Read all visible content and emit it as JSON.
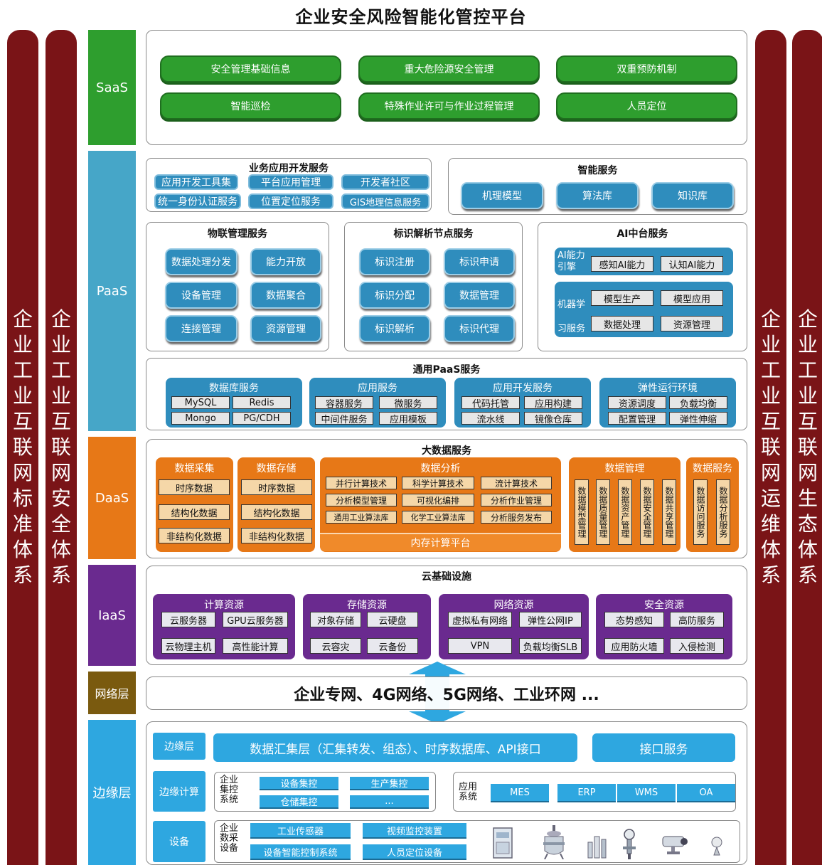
{
  "title": "企业安全风险智能化管控平台",
  "side_bars": [
    "企业工业互联网标准体系",
    "企业工业互联网安全体系",
    "企业工业互联网运维体系",
    "企业工业互联网生态体系"
  ],
  "layers": {
    "saas": "SaaS",
    "paas": "PaaS",
    "daas": "DaaS",
    "iaas": "IaaS",
    "network": "网络层",
    "edge": "边缘层"
  },
  "colors": {
    "saas": "#2e9e2e",
    "paas": "#46a6c8",
    "daas": "#e77817",
    "iaas": "#6a2a8f",
    "network": "#7a5a0f",
    "edge": "#2ea7e0",
    "side": "#7a1417"
  },
  "saas": {
    "items": [
      "安全管理基础信息",
      "重大危险源安全管理",
      "双重预防机制",
      "智能巡检",
      "特殊作业许可与作业过程管理",
      "人员定位"
    ]
  },
  "paas": {
    "biz_dev": {
      "title": "业务应用开发服务",
      "items": [
        "应用开发工具集",
        "平台应用管理",
        "开发者社区",
        "统一身份认证服务",
        "位置定位服务",
        "GIS地理信息服务"
      ]
    },
    "smart": {
      "title": "智能服务",
      "items": [
        "机理模型",
        "算法库",
        "知识库"
      ]
    },
    "iot": {
      "title": "物联管理服务",
      "items": [
        "数据处理分发",
        "能力开放",
        "设备管理",
        "数据聚合",
        "连接管理",
        "资源管理"
      ]
    },
    "ident": {
      "title": "标识解析节点服务",
      "items": [
        "标识注册",
        "标识申请",
        "标识分配",
        "数据管理",
        "标识解析",
        "标识代理"
      ]
    },
    "ai": {
      "title": "AI中台服务",
      "cap_label": "AI能力引擎",
      "cap_items": [
        "感知AI能力",
        "认知AI能力"
      ],
      "ml_label": "机器学习服务",
      "ml_items": [
        "模型生产",
        "模型应用",
        "数据处理",
        "资源管理"
      ]
    },
    "general": {
      "title": "通用PaaS服务",
      "groups": [
        {
          "name": "数据库服务",
          "items": [
            "MySQL",
            "Redis",
            "Mongo",
            "PG/CDH"
          ]
        },
        {
          "name": "应用服务",
          "items": [
            "容器服务",
            "微服务",
            "中间件服务",
            "应用模板"
          ]
        },
        {
          "name": "应用开发服务",
          "items": [
            "代码托管",
            "应用构建",
            "流水线",
            "镜像仓库"
          ]
        },
        {
          "name": "弹性运行环境",
          "items": [
            "资源调度",
            "负载均衡",
            "配置管理",
            "弹性伸缩"
          ]
        }
      ]
    }
  },
  "daas": {
    "title": "大数据服务",
    "collect": {
      "name": "数据采集",
      "items": [
        "时序数据",
        "结构化数据",
        "非结构化数据"
      ]
    },
    "store": {
      "name": "数据存储",
      "items": [
        "时序数据",
        "结构化数据",
        "非结构化数据"
      ]
    },
    "analysis": {
      "name": "数据分析",
      "items": [
        "并行计算技术",
        "科学计算技术",
        "流计算技术",
        "分析模型管理",
        "可视化编排",
        "分析作业管理",
        "通用工业算法库",
        "化学工业算法库",
        "分析服务发布"
      ],
      "bottom": "内存计算平台"
    },
    "manage": {
      "name": "数据管理",
      "items": [
        "数据模型管理",
        "数据质量管理",
        "数据资产管理",
        "数据安全管理",
        "数据共享管理"
      ]
    },
    "service": {
      "name": "数据服务",
      "items": [
        "数据访问服务",
        "数据分析服务"
      ]
    }
  },
  "iaas": {
    "title": "云基础设施",
    "groups": [
      {
        "name": "计算资源",
        "items": [
          "云服务器",
          "GPU云服务器",
          "云物理主机",
          "高性能计算"
        ]
      },
      {
        "name": "存储资源",
        "items": [
          "对象存储",
          "云硬盘",
          "云容灾",
          "云备份"
        ]
      },
      {
        "name": "网络资源",
        "items": [
          "虚拟私有网络",
          "弹性公网IP",
          "VPN",
          "负载均衡SLB"
        ]
      },
      {
        "name": "安全资源",
        "items": [
          "态势感知",
          "高防服务",
          "应用防火墙",
          "入侵检测"
        ]
      }
    ]
  },
  "network": {
    "text": "企业专网、4G网络、5G网络、工业环网 ..."
  },
  "edge": {
    "edge_layer": {
      "label": "边缘层",
      "main": "数据汇集层（汇集转发、组态）、时序数据库、API接口",
      "api": "接口服务"
    },
    "edge_compute": {
      "label": "边缘计算",
      "group": "企业集控系统",
      "items": [
        "设备集控",
        "生产集控",
        "仓储集控",
        "..."
      ],
      "app_label": "应用系统",
      "apps": [
        "MES",
        "ERP",
        "WMS",
        "OA"
      ]
    },
    "device": {
      "label": "设备",
      "group": "企业数采设备",
      "items": [
        "工业传感器",
        "视频监控装置",
        "设备智能控制系统",
        "人员定位设备"
      ],
      "icons": [
        "cabinet-device-icon",
        "reactor-tank-icon",
        "sensor-device-icon",
        "gauge-device-icon",
        "camera-device-icon",
        "locator-device-icon"
      ]
    }
  }
}
